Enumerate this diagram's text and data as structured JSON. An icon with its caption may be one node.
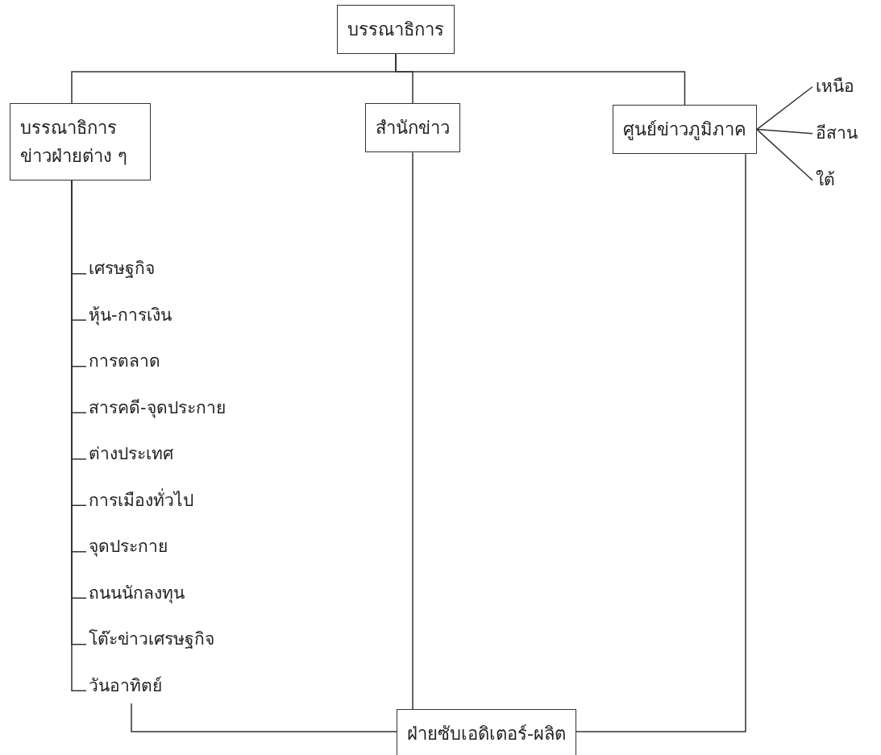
{
  "diagram": {
    "nodes": [
      {
        "text": [
          "บรรณาธิการ"
        ]
      },
      {
        "text": [
          "บรรณาธิการข่าวฝ่ายต่าง ๆ"
        ]
      },
      {
        "text": [
          "สำนักข่าว"
        ]
      },
      {
        "text": [
          "ศูนย์ข่าวภูมิภาค"
        ]
      },
      {
        "text": [
          "เหนือ"
        ]
      },
      {
        "text": [
          "อีสาน"
        ]
      },
      {
        "text": [
          "ใต้"
        ]
      },
      {
        "text": [
          "เศรษฐกิจ"
        ]
      },
      {
        "text": [
          "หุ้น-การเงิน"
        ]
      },
      {
        "text": [
          "การตลาด"
        ]
      },
      {
        "text": [
          "สารคดี-จุดประกาย"
        ]
      },
      {
        "text": [
          "ต่างประเทศ"
        ]
      },
      {
        "text": [
          "การเมืองทั่วไป"
        ]
      },
      {
        "text": [
          "จุดประกาย"
        ]
      },
      {
        "text": [
          "ถนนนักลงทุน"
        ]
      },
      {
        "text": [
          "โต๊ะข่าวเศรษฐกิจ"
        ]
      },
      {
        "text": [
          "วันอาทิตย์"
        ]
      },
      {
        "text": [
          "ฝ่ายซับเอดิเตอร์-ผลิต"
        ]
      }
    ],
    "edges": [
      {
        "from": 0,
        "to": 1,
        "arrow": "none"
      },
      {
        "from": 0,
        "to": 2,
        "arrow": "none"
      },
      {
        "from": 0,
        "to": 3,
        "arrow": "none"
      },
      {
        "from": 3,
        "to": 4,
        "arrow": "none"
      },
      {
        "from": 3,
        "to": 5,
        "arrow": "none"
      },
      {
        "from": 3,
        "to": 6,
        "arrow": "none"
      },
      {
        "from": 1,
        "to": 7,
        "arrow": "none"
      },
      {
        "from": 1,
        "to": 8,
        "arrow": "none"
      },
      {
        "from": 1,
        "to": 9,
        "arrow": "none"
      },
      {
        "from": 1,
        "to": 10,
        "arrow": "none"
      },
      {
        "from": 1,
        "to": 11,
        "arrow": "none"
      },
      {
        "from": 1,
        "to": 12,
        "arrow": "none"
      },
      {
        "from": 1,
        "to": 13,
        "arrow": "none"
      },
      {
        "from": 1,
        "to": 14,
        "arrow": "none"
      },
      {
        "from": 1,
        "to": 15,
        "arrow": "none"
      },
      {
        "from": 1,
        "to": 16,
        "arrow": "none"
      },
      {
        "from": 16,
        "to": 17,
        "arrow": "none"
      },
      {
        "from": 2,
        "to": 17,
        "arrow": "none"
      },
      {
        "from": 3,
        "to": 17,
        "arrow": "none"
      }
    ]
  }
}
